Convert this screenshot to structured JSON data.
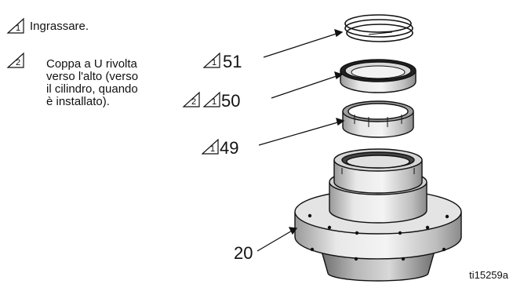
{
  "legend": [
    {
      "marker": "1",
      "text": "Ingrassare."
    },
    {
      "marker": "2",
      "text": "Coppa a U rivolta\nverso l'alto (verso\nil cilindro, quando\nè installato)."
    }
  ],
  "callouts": [
    {
      "part": "51",
      "markers": [
        "1"
      ]
    },
    {
      "part": "50",
      "markers": [
        "2",
        "1"
      ]
    },
    {
      "part": "49",
      "markers": [
        "1"
      ]
    },
    {
      "part": "20",
      "markers": []
    }
  ],
  "figure_id": "ti15259a",
  "colors": {
    "line": "#111111",
    "part_light": "#e6e6e6",
    "part_mid": "#c8c8c8",
    "part_dark": "#8f8f8f"
  }
}
